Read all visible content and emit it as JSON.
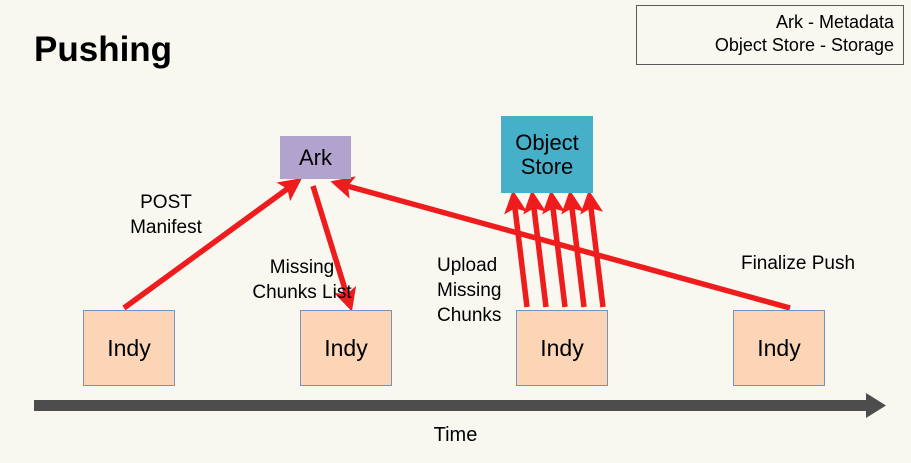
{
  "slide": {
    "title": "Pushing",
    "background_color": "#f8f7f0"
  },
  "legend": {
    "lines": [
      "Ark - Metadata",
      "Object Store - Storage"
    ],
    "border_color": "#595959"
  },
  "nodes": {
    "ark": {
      "label": "Ark",
      "color": "#b2a3ce"
    },
    "object_store": {
      "line1": "Object",
      "line2": "Store",
      "color": "#45b0c8"
    },
    "indy": {
      "label": "Indy",
      "color": "#fbd5b5",
      "border_color": "#7593bd",
      "instances": [
        {
          "label": "Indy"
        },
        {
          "label": "Indy"
        },
        {
          "label": "Indy"
        },
        {
          "label": "Indy"
        }
      ]
    }
  },
  "edge_labels": {
    "post_manifest": {
      "line1": "POST",
      "line2": "Manifest"
    },
    "missing_chunks_list": {
      "line1": "Missing",
      "line2": "Chunks List"
    },
    "upload_missing_chunks": {
      "line1": "Upload",
      "line2": "Missing",
      "line3": "Chunks"
    },
    "finalize_push": {
      "line1": "Finalize Push"
    }
  },
  "axis": {
    "label": "Time",
    "color": "#4d4d4d"
  },
  "colors": {
    "arrow_red": "#ee1c1c",
    "time_axis": "#4d4d4d"
  }
}
